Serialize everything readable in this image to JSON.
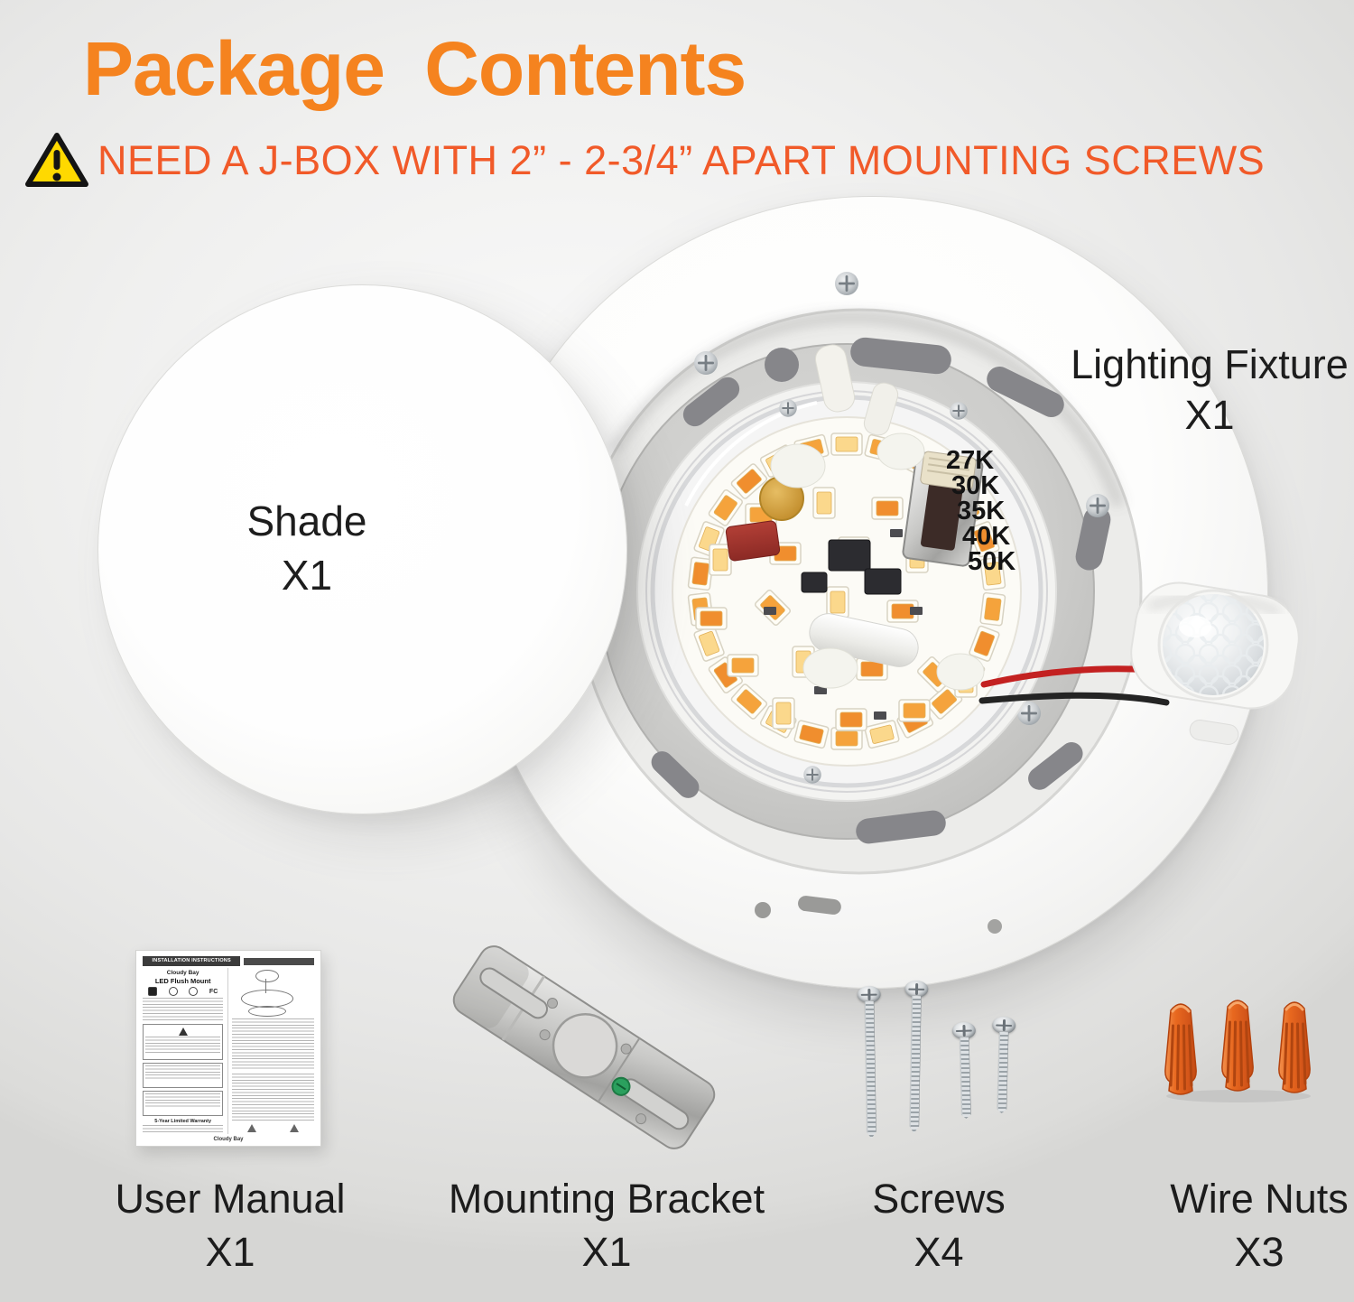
{
  "header": {
    "title": "Package  Contents",
    "warning_text": "NEED A J-BOX WITH 2” - 2-3/4” APART MOUNTING SCREWS"
  },
  "labels": {
    "shade": {
      "name": "Shade",
      "qty": "X1"
    },
    "lighting_fixture": {
      "name": "Lighting Fixture",
      "qty": "X1"
    },
    "user_manual": {
      "name": "User Manual",
      "qty": "X1"
    },
    "mounting_bracket": {
      "name": "Mounting Bracket",
      "qty": "X1"
    },
    "screws": {
      "name": "Screws",
      "qty": "X4"
    },
    "wire_nuts": {
      "name": "Wire Nuts",
      "qty": "X3"
    }
  },
  "fixture": {
    "cct_switch_labels": [
      "27K",
      "30K",
      "35K",
      "40K",
      "50K"
    ]
  },
  "manual_doc": {
    "header": "INSTALLATION INSTRUCTIONS",
    "brand": "Cloudy Bay",
    "product": "LED Flush Mount",
    "cert_mark": "FC",
    "warranty_heading": "5-Year Limited Warranty"
  },
  "colors": {
    "title_orange": "#F5831F",
    "warning_orange": "#F15A29",
    "warning_triangle_yellow": "#FFD900",
    "wire_nut_orange": "#E8681F",
    "led_amber": "#F5A33C",
    "led_pale": "#FBD88C"
  }
}
